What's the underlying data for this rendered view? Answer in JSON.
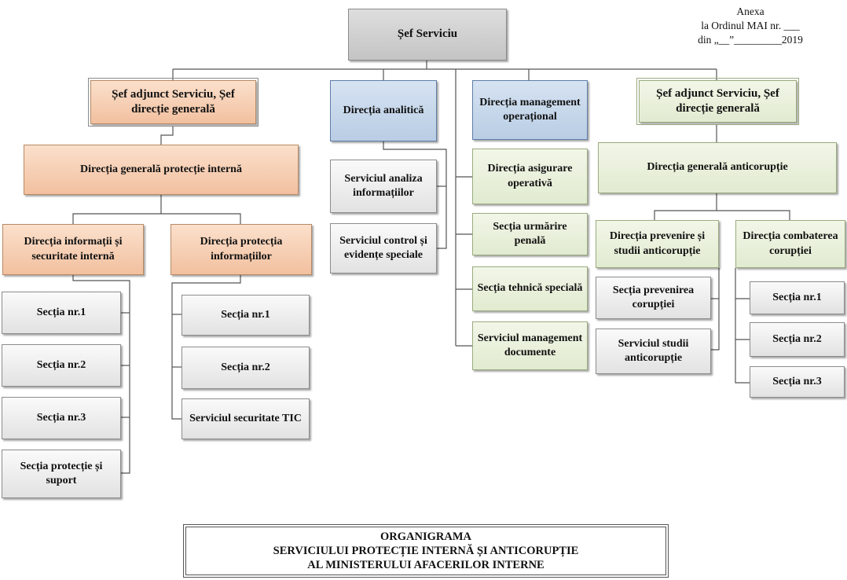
{
  "annex": {
    "line1": "Anexa",
    "line2": "la Ordinul MAI nr. ___",
    "line3": "din „__”_________2019"
  },
  "chart": {
    "top": "Șef Serviciu",
    "deputy_left": "Șef adjunct Serviciu, Șef direcție generală",
    "dir_analitica": "Direcția analitică",
    "dir_management": "Direcția management operațional",
    "deputy_right": "Șef adjunct Serviciu, Șef direcție generală",
    "dg_protectie": "Direcția generală protecție internă",
    "dir_informatii": "Direcția informații și securitate internă",
    "dir_protectie_info": "Direcția protecția informațiilor",
    "left_sections": [
      "Secția nr.1",
      "Secția nr.2",
      "Secția nr.3",
      "Secția protecție și suport"
    ],
    "mid_sections": [
      "Secția nr.1",
      "Secția nr.2",
      "Serviciul securitate TIC"
    ],
    "analitica_children": [
      "Serviciul analiza informațiilor",
      "Serviciul control și evidențe speciale"
    ],
    "management_children": [
      "Direcția asigurare operativă",
      "Secția urmărire penală",
      "Secția tehnică specială",
      "Serviciul management documente"
    ],
    "dg_anticoruptie": "Direcția generală anticorupție",
    "dir_prevenire": "Direcția prevenire și studii anticorupție",
    "dir_combatere": "Direcția combaterea corupției",
    "prevenire_children": [
      "Secția prevenirea corupției",
      "Serviciul studii anticorupție"
    ],
    "combatere_children": [
      "Secția nr.1",
      "Secția nr.2",
      "Secția nr.3"
    ]
  },
  "footer": {
    "line1": "ORGANIGRAMA",
    "line2": "SERVICIULUI PROTECȚIE INTERNĂ ȘI ANTICORUPȚIE",
    "line3": "AL MINISTERULUI AFACERILOR INTERNE"
  },
  "colors": {
    "grey": "#e6e6e6",
    "orange": "#f4c7a6",
    "blue": "#bcd0e6",
    "green": "#e4ecd6",
    "line": "#555555"
  }
}
